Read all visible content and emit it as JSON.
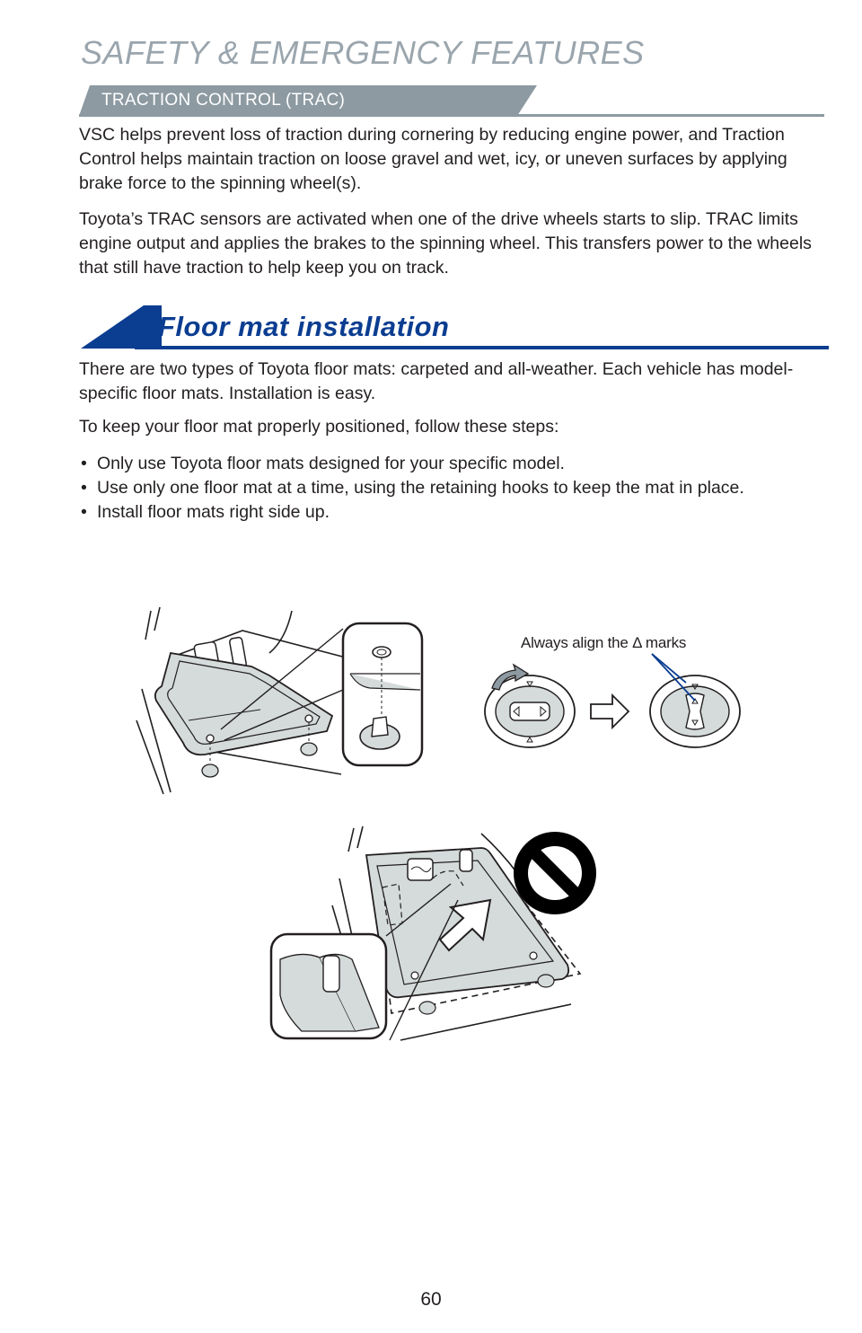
{
  "header": {
    "section_title": "SAFETY & EMERGENCY FEATURES",
    "subsection_label": "TRACTION CONTROL (TRAC)"
  },
  "trac": {
    "paragraphs": [
      "VSC helps prevent loss of traction during cornering by reducing engine power, and Traction Control helps maintain traction on loose gravel and wet, icy, or uneven surfaces by applying brake force to the spinning wheel(s).",
      "Toyota’s TRAC sensors are activated when one of the drive wheels starts to slip. TRAC limits engine output and applies the brakes to the spinning wheel. This transfers power to the wheels that still have traction to help keep you on track."
    ]
  },
  "floor_mat": {
    "title": "Floor mat installation",
    "paragraphs": [
      "There are two types of Toyota floor mats: carpeted and all-weather. Each vehicle has model-specific floor mats. Installation is easy.",
      "To keep your floor mat properly positioned, follow these steps:"
    ],
    "bullets": [
      "Only use Toyota floor mats designed for your specific model.",
      "Use only one floor mat at a time, using the retaining hooks to keep the mat in place.",
      "Install floor mats right side up."
    ]
  },
  "figures": {
    "align_caption": "Always align the Δ marks",
    "icons": [
      "floor-mat-hooks-illustration",
      "retainer-clip-rotate-illustration",
      "arrow-right-icon",
      "prohibited-icon",
      "double-mat-warning-illustration"
    ]
  },
  "colors": {
    "section_gray": "#9aa5ad",
    "band_gray": "#8d9aa2",
    "toyota_blue": "#0b3d91",
    "mat_fill": "#d4dbda"
  },
  "footer": {
    "page_number": "60"
  }
}
